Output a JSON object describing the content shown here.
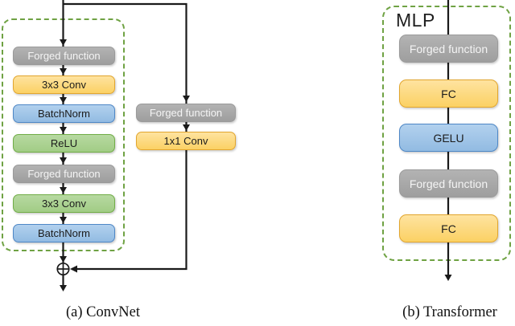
{
  "palette": {
    "gray_fill": "#A6A6A6",
    "gray_border": "#9A9A9A",
    "yellow_fill": "#FCD767",
    "yellow_border": "#E2A62E",
    "blue_fill": "#9DC3E6",
    "blue_border": "#4E87C6",
    "green_fill": "#A9D18E",
    "green_border": "#71AD47",
    "dashed_outline": "#6FA243",
    "line": "#1A1A1A"
  },
  "convnet": {
    "caption": "(a) ConvNet",
    "merge_operator": "circled-plus",
    "main_boxes": [
      {
        "label": "Forged function",
        "type": "gray"
      },
      {
        "label": "3x3 Conv",
        "type": "yellow"
      },
      {
        "label": "BatchNorm",
        "type": "blue"
      },
      {
        "label": "ReLU",
        "type": "green"
      },
      {
        "label": "Forged function",
        "type": "gray"
      },
      {
        "label": "3x3 Conv",
        "type": "green"
      },
      {
        "label": "BatchNorm",
        "type": "blue"
      }
    ],
    "shortcut_boxes": [
      {
        "label": "Forged function",
        "type": "gray"
      },
      {
        "label": "1x1 Conv",
        "type": "yellow"
      }
    ]
  },
  "transformer": {
    "caption": "(b) Transformer",
    "title": "MLP",
    "boxes": [
      {
        "label": "Forged function",
        "type": "gray"
      },
      {
        "label": "FC",
        "type": "yellow"
      },
      {
        "label": "GELU",
        "type": "blue"
      },
      {
        "label": "Forged function",
        "type": "gray"
      },
      {
        "label": "FC",
        "type": "yellow"
      }
    ]
  }
}
